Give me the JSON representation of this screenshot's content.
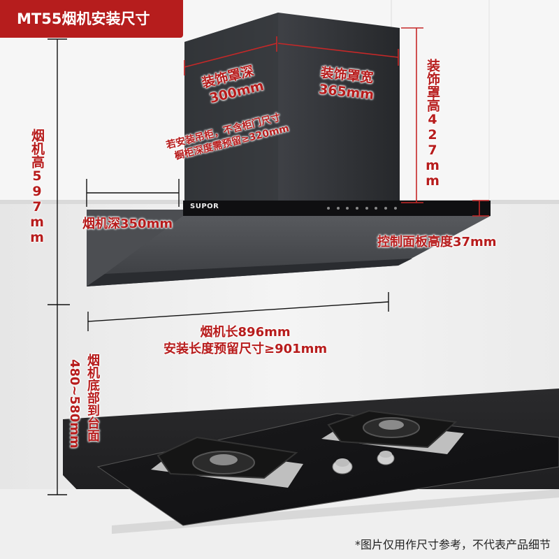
{
  "title": "MT55烟机安装尺寸",
  "brand": "SUPOR",
  "labels": {
    "cover_depth": "装饰罩深",
    "cover_depth_value": "300mm",
    "cover_width": "装饰罩宽",
    "cover_width_value": "365mm",
    "cover_height": "装饰罩高427mm",
    "cabinet_note_line1": "若安装吊柜，不含柜门尺寸",
    "cabinet_note_line2": "橱柜深度需预留≥320mm",
    "hood_height": "烟机高597mm",
    "hood_depth": "烟机深350mm",
    "panel_height": "控制面板高度37mm",
    "hood_length": "烟机长896mm",
    "install_length": "安装长度预留尺寸≥901mm",
    "bottom_to_counter_line1": "烟机底部到台面",
    "bottom_to_counter_line2": "480~580mm"
  },
  "footnote": "*图片仅用作尺寸参考，不代表产品细节",
  "colors": {
    "accent": "#b61d1d",
    "dimension": "#b71c1c",
    "hood": "#3d3f42",
    "wall": "#f1f1f1"
  }
}
